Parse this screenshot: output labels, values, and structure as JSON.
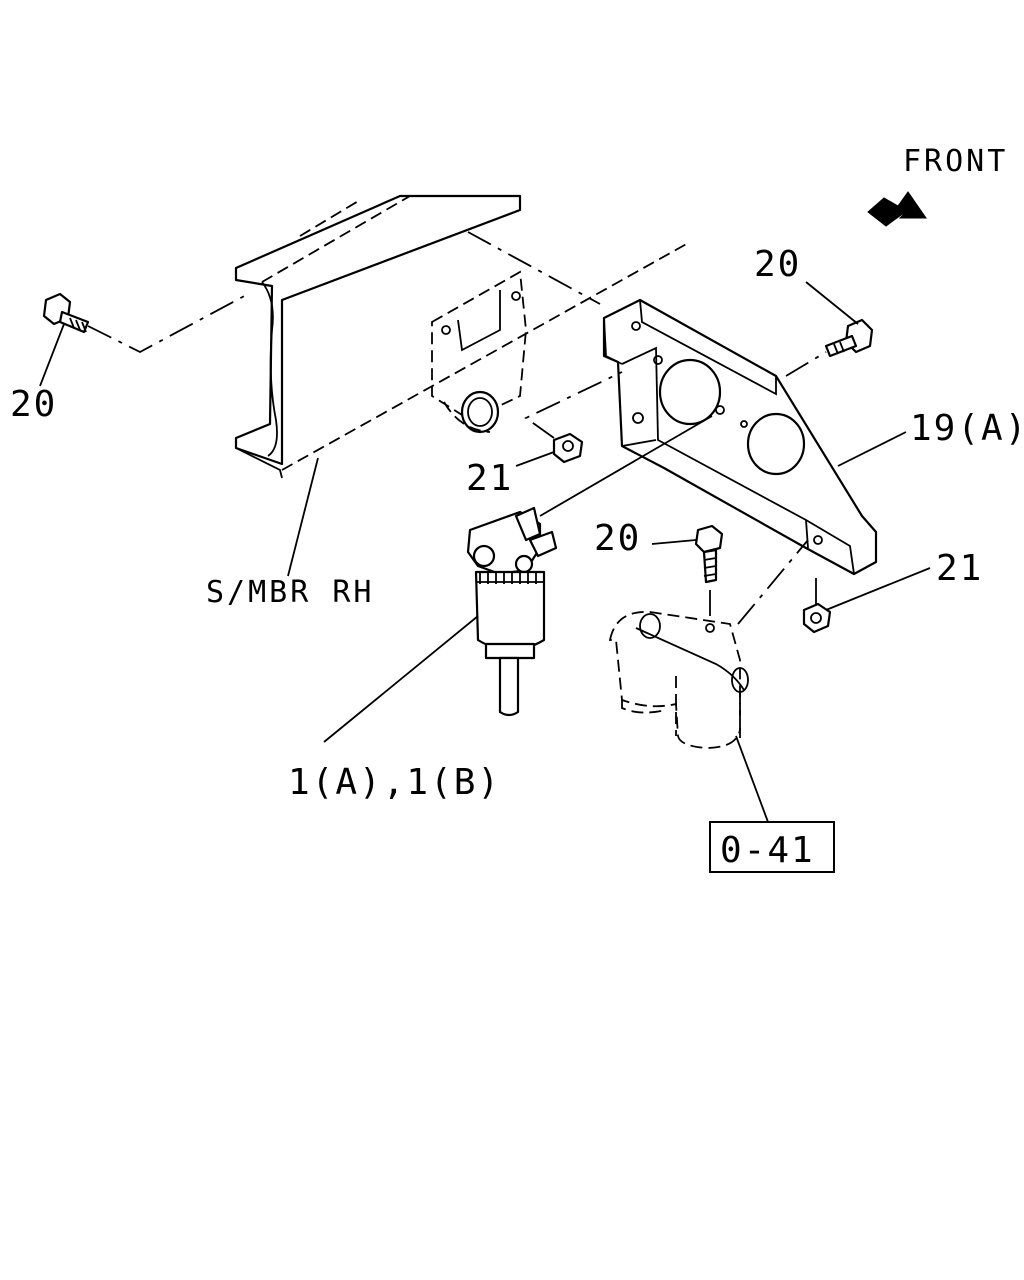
{
  "labels": {
    "front": "FRONT",
    "bolt_left": "20",
    "bolt_top_right": "20",
    "bolt_center": "20",
    "nut_center": "21",
    "nut_right": "21",
    "bracket": "19(A)",
    "side_member": "S/MBR RH",
    "filter": "1(A),1(B)",
    "reference_box": "0-41"
  }
}
